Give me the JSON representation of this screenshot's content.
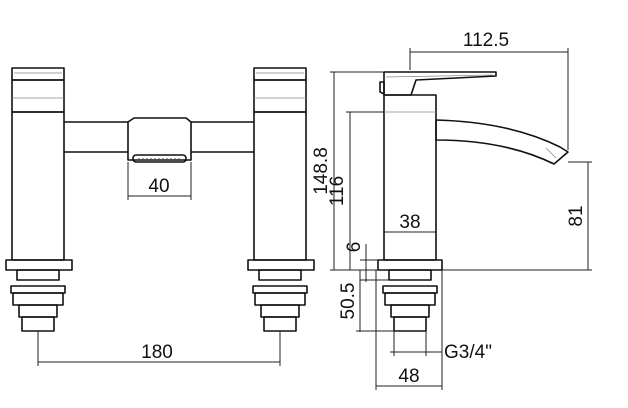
{
  "dimensions": {
    "spout_reach": "112.5",
    "overall_height": "148.8",
    "body_height": "116",
    "outlet_height": "81",
    "body_width": "38",
    "base_gap": "6",
    "shank_length": "50.5",
    "thread": "G3/4\"",
    "shank_width": "48",
    "outlet_width": "40",
    "centres": "180"
  }
}
